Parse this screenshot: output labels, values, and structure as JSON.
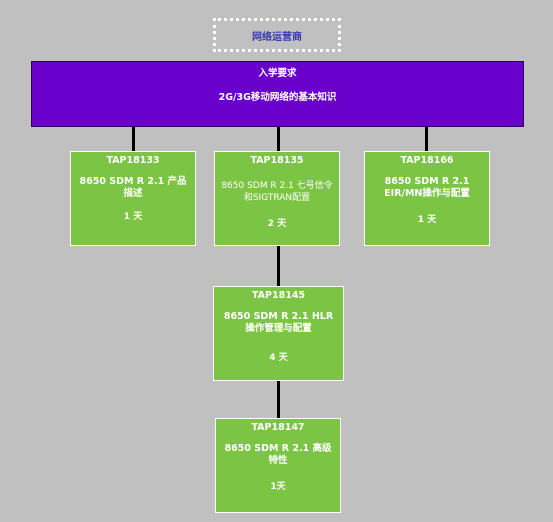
{
  "role": {
    "label": "网络运营商"
  },
  "prerequisite": {
    "title": "入学要求",
    "text": "2G/3G移动网络的基本知识"
  },
  "courses": [
    {
      "code": "TAP18133",
      "name": "8650 SDM R 2.1 产品描述",
      "duration": "1 天"
    },
    {
      "code": "TAP18135",
      "name": "8650 SDM R 2.1 七号信令和SIGTRAN配置",
      "duration": "2 天"
    },
    {
      "code": "TAP18166",
      "name": "8650 SDM R 2.1 EIR/MN操作与配置",
      "duration": "1 天"
    },
    {
      "code": "TAP18145",
      "name": "8650 SDM R 2.1 HLR 操作管理与配置",
      "duration": "4 天"
    },
    {
      "code": "TAP18147",
      "name": "8650 SDM R 2.1 高级特性",
      "duration": "1天"
    }
  ],
  "colors": {
    "background": "#c0c0c0",
    "prerequisite_fill": "#6a00cc",
    "course_fill": "#7cc444",
    "role_text": "#3a3ab0"
  }
}
